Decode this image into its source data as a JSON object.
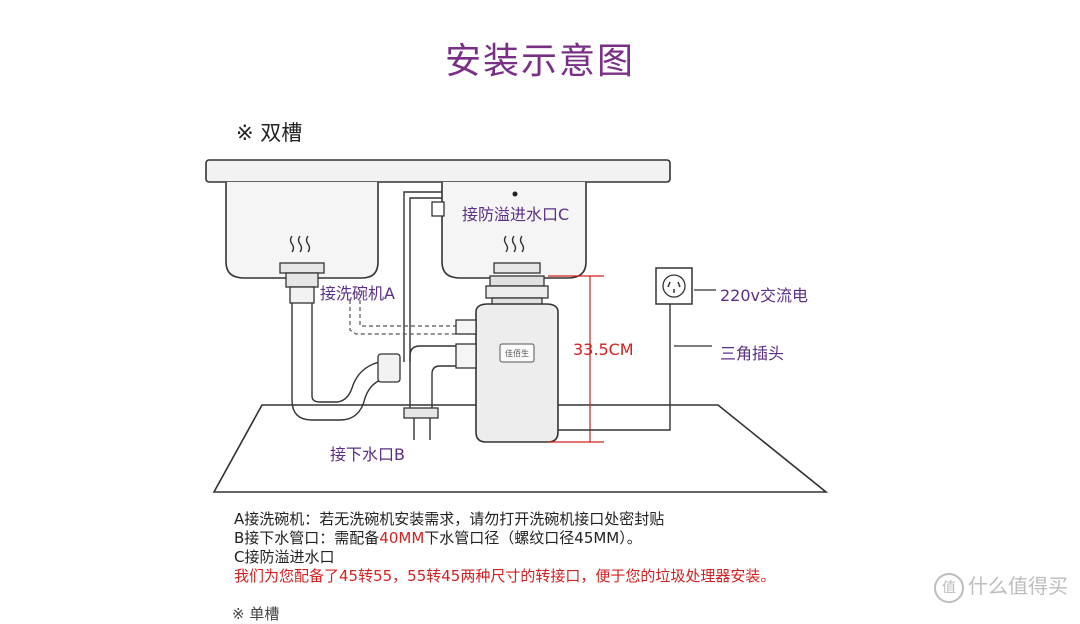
{
  "title": "安装示意图",
  "subtitle": "※ 双槽",
  "labels": {
    "overflow_inlet": "接防溢进水口C",
    "dishwasher": "接洗碗机A",
    "drain": "接下水口B",
    "height": "33.5CM",
    "power": "220v交流电",
    "plug": "三角插头",
    "brand": "佳佰生"
  },
  "notes": {
    "a": "A接洗碗机：若无洗碗机安装需求，请勿打开洗碗机接口处密封贴",
    "b_prefix": "B接下水管口：需配备",
    "b_highlight": "40MM",
    "b_suffix": "下水管口径（螺纹口径45MM）。",
    "c": "C接防溢进水口",
    "adapter": "我们为您配备了45转55，55转45两种尺寸的转接口，便于您的垃圾处理器安装。"
  },
  "watermark": {
    "icon": "值",
    "text": "什么值得买"
  },
  "footer_partial": "※ 单槽",
  "colors": {
    "title": "#7a2f86",
    "label": "#5b2f86",
    "highlight": "#d42020",
    "line": "#444444"
  }
}
